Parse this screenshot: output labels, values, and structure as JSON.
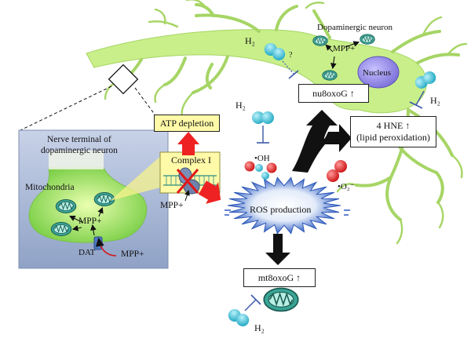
{
  "neuron": {
    "title": "Dopaminergic neuron",
    "nucleus": "Nucleus",
    "mpp": "MPP+",
    "question": "?"
  },
  "terminal": {
    "title_line1": "Nerve terminal of",
    "title_line2": "dopaminergic neuron",
    "mitochondria": "Mitochondria",
    "mpp": "MPP+",
    "dat": "DAT",
    "mpp_outside": "MPP+"
  },
  "complex": {
    "label": "Complex I",
    "mpp": "MPP+"
  },
  "boxes": {
    "atp": "ATP depletion",
    "nu8oxog": "nu8oxoG ↑",
    "hne_line1": "4 HNE ↑",
    "hne_line2": "(lipid peroxidation)",
    "mt8oxog": "mt8oxoG ↑"
  },
  "ros": {
    "label": "ROS production",
    "oh": "•OH",
    "o2": "•O₂⁻"
  },
  "h2": {
    "label": "H₂"
  },
  "colors": {
    "neuron_green": "#c9ef8a",
    "mito_teal": "#2f9a8a",
    "yellow_box": "#fffaa8",
    "red_arrow": "#ee2222",
    "burst_blue": "#2c58b8",
    "h2_cyan": "#3cc2d8"
  }
}
